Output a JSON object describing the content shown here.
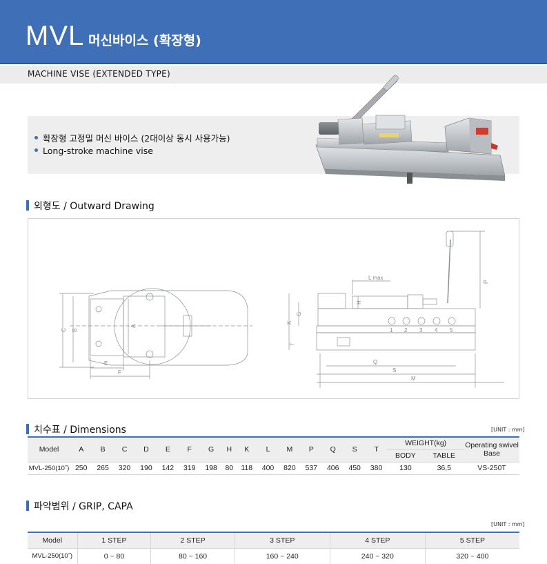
{
  "header": {
    "model": "MVL",
    "title": "머신바이스 (확장형)"
  },
  "subtitle": "MACHINE VISE (EXTENDED TYPE)",
  "features": [
    "확장형 고정밀 머신 바이스 (2대이상 동시 사용가능)",
    "Long-stroke machine vise"
  ],
  "colors": {
    "accent": "#3f6fb6",
    "band": "#eeeeee"
  },
  "sections": {
    "drawing": "외형도 / Outward Drawing",
    "dimensions": "치수표 / Dimensions",
    "grip": "파악범위 / GRIP, CAPA"
  },
  "drawing_labels": {
    "top_view": [
      "C",
      "B",
      "A",
      "E",
      "F"
    ],
    "side_view": [
      "L max",
      "P",
      "H",
      "G",
      "K",
      "T",
      "Q",
      "S",
      "M",
      "1",
      "2",
      "3",
      "4",
      "5"
    ]
  },
  "unit_label": "[UNIT : mm]",
  "dimensions": {
    "headers": [
      "Model",
      "A",
      "B",
      "C",
      "D",
      "E",
      "F",
      "G",
      "H",
      "K",
      "L",
      "M",
      "P",
      "Q",
      "S",
      "T"
    ],
    "weight_header": "WEIGHT(kg)",
    "weight_sub": [
      "BODY",
      "TABLE"
    ],
    "base_header": "Operating swivel Base",
    "rows": [
      [
        "MVL-250(10˝)",
        "250",
        "265",
        "320",
        "190",
        "142",
        "319",
        "198",
        "80",
        "118",
        "400",
        "820",
        "537",
        "406",
        "450",
        "380",
        "130",
        "36,5",
        "VS-250T"
      ]
    ]
  },
  "grip": {
    "headers": [
      "Model",
      "1 STEP",
      "2 STEP",
      "3 STEP",
      "4 STEP",
      "5 STEP"
    ],
    "rows": [
      [
        "MVL-250(10˝)",
        "0 ~ 80",
        "80 ~ 160",
        "160 ~ 240",
        "240 ~ 320",
        "320 ~ 400"
      ]
    ]
  }
}
